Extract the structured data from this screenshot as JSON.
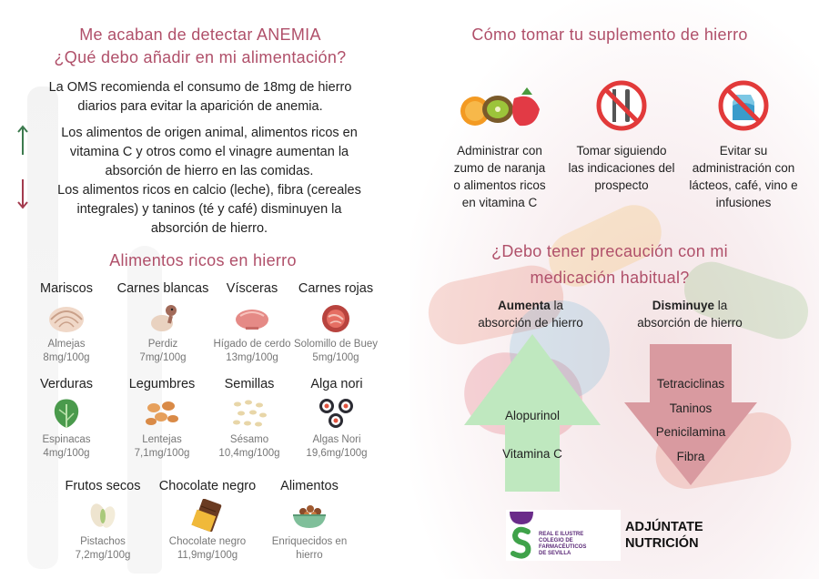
{
  "left": {
    "title_line1": "Me acaban de detectar ANEMIA",
    "title_line2": "¿Qué debo añadir en mi alimentación?",
    "intro_line1": "La OMS recomienda el consumo de 18mg de hierro",
    "intro_line2": "diarios para evitar la aparición de anemia.",
    "increase_line1": "Los alimentos de origen animal, alimentos ricos en",
    "increase_line2": "vitamina C y otros como el vinagre aumentan la",
    "increase_line3": "absorción de hierro en las comidas.",
    "decrease_line1": "Los alimentos ricos en calcio (leche), fibra (cereales",
    "decrease_line2": "integrales) y taninos (té y café) disminuyen la",
    "decrease_line3": "absorción de hierro.",
    "foods_title": "Alimentos ricos en hierro",
    "foods": [
      {
        "category": "Mariscos",
        "name": "Almejas",
        "amount": "8mg/100g",
        "icon": "clam-icon"
      },
      {
        "category": "Carnes blancas",
        "name": "Perdiz",
        "amount": "7mg/100g",
        "icon": "partridge-icon"
      },
      {
        "category": "Vísceras",
        "name": "Hígado de cerdo",
        "amount": "13mg/100g",
        "icon": "liver-icon"
      },
      {
        "category": "Carnes rojas",
        "name": "Solomillo de Buey",
        "amount": "5mg/100g",
        "icon": "beef-icon"
      },
      {
        "category": "Verduras",
        "name": "Espinacas",
        "amount": "4mg/100g",
        "icon": "spinach-icon"
      },
      {
        "category": "Legumbres",
        "name": "Lentejas",
        "amount": "7,1mg/100g",
        "icon": "lentils-icon"
      },
      {
        "category": "Semillas",
        "name": "Sésamo",
        "amount": "10,4mg/100g",
        "icon": "sesame-icon"
      },
      {
        "category": "Alga nori",
        "name": "Algas Nori",
        "amount": "19,6mg/100g",
        "icon": "sushi-icon"
      },
      {
        "category": "Frutos secos",
        "name": "Pistachos",
        "amount": "7,2mg/100g",
        "icon": "pistachio-icon"
      },
      {
        "category": "Chocolate negro",
        "name": "Chocolate negro",
        "amount": "11,9mg/100g",
        "icon": "chocolate-icon"
      },
      {
        "category": "Alimentos",
        "name": "Enriquecidos en",
        "amount": "hierro",
        "icon": "cereal-bowl-icon"
      }
    ]
  },
  "right": {
    "supplement_title": "Cómo tomar tu suplemento de hierro",
    "tips": [
      {
        "line1": "Administrar con",
        "line2": "zumo de naranja",
        "line3": "o alimentos ricos",
        "line4": "en vitamina C"
      },
      {
        "line1": "Tomar siguiendo",
        "line2": "las indicaciones del",
        "line3": "prospecto",
        "line4": ""
      },
      {
        "line1": "Evitar su",
        "line2": "administración con",
        "line3": "lácteos, café, vino e",
        "line4": "infusiones"
      }
    ],
    "medication_title_line1": "¿Debo tener precaución con mi",
    "medication_title_line2": "medicación habitual?",
    "increase_head_bold": "Aumenta",
    "increase_head_rest": " la",
    "increase_head_line2": "absorción de hierro",
    "decrease_head_bold": "Disminuye",
    "decrease_head_rest": " la",
    "decrease_head_line2": "absorción de hierro",
    "increase_drugs": [
      "Alopurinol",
      "Vitamina C"
    ],
    "decrease_drugs": [
      "Tetraciclinas",
      "Taninos",
      "Penicilamina",
      "Fibra"
    ],
    "logo_text_line1": "REAL E ILUSTRE",
    "logo_text_line2": "COLEGIO DE FARMACÉUTICOS",
    "logo_text_line3": "DE SEVILLA",
    "brand_line1": "ADJÚNTATE",
    "brand_line2": "NUTRICIÓN"
  },
  "colors": {
    "title": "#b0506a",
    "up_arrow": "#bfe8bf",
    "down_arrow": "#d99aa0",
    "logo_purple": "#6a2c8a",
    "logo_green": "#3fa24a"
  }
}
